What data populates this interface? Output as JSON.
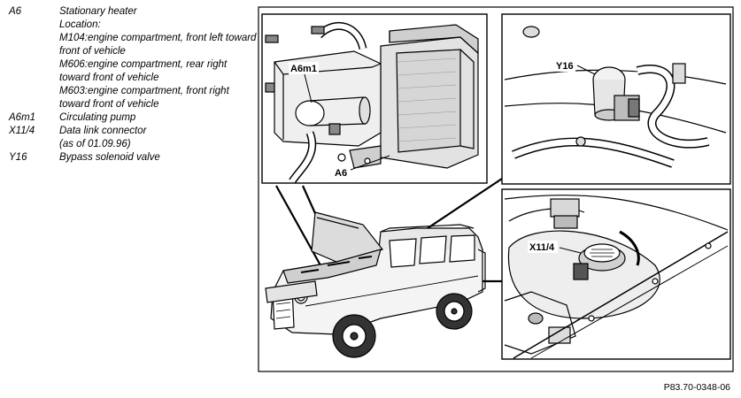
{
  "legend": [
    {
      "code": "A6",
      "lines": [
        "Stationary heater",
        "Location:",
        "M104:engine compartment, front left toward front of vehicle",
        "M606:engine compartment, rear right toward front of vehicle",
        "M603:engine compartment, front right toward front of vehicle"
      ]
    },
    {
      "code": "A6m1",
      "lines": [
        "Circulating pump"
      ]
    },
    {
      "code": "X11/4",
      "lines": [
        "Data link connector",
        "(as of 01.09.96)"
      ]
    },
    {
      "code": "Y16",
      "lines": [
        "Bypass solenoid valve"
      ]
    }
  ],
  "callouts": {
    "a6m1": "A6m1",
    "a6": "A6",
    "y16": "Y16",
    "x114": "X11/4"
  },
  "figure_ref": "P83.70-0348-06"
}
